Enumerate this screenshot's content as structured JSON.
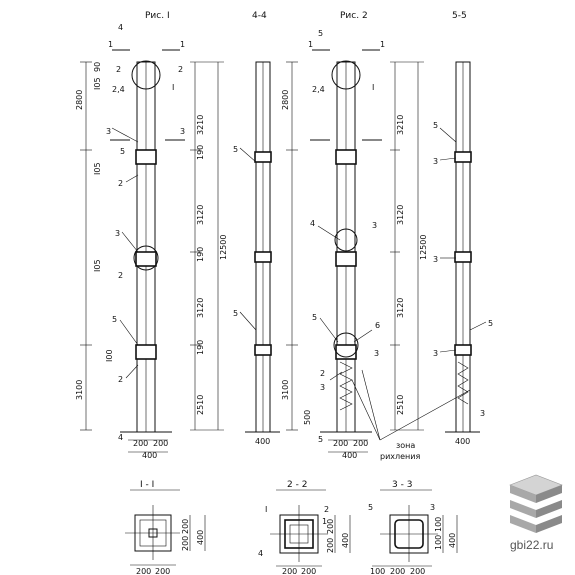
{
  "titles": {
    "fig1": "Рис. I",
    "sec44": "4-4",
    "fig2": "Рис. 2",
    "sec55": "5-5",
    "secI": "I - I",
    "sec22": "2 - 2",
    "sec33": "3 - 3"
  },
  "dims": {
    "d2800a": "2800",
    "d3210a": "3210",
    "d3120a": "3120",
    "d3120b": "3120",
    "d12500a": "12500",
    "d3100a": "3100",
    "d2510a": "2510",
    "d190a": "190",
    "d190b": "190",
    "d190c": "190",
    "d105a": "I05",
    "d105b": "I05",
    "d105c": "I05",
    "d100a": "I00",
    "d90a": "90",
    "d200a": "200",
    "d200b": "200",
    "d400a": "400",
    "d400b": "400",
    "d2800b": "2800",
    "d3210b": "3210",
    "d3120c": "3120",
    "d3120d": "3120",
    "d12500b": "12500",
    "d3100b": "3100",
    "d2510b": "2510",
    "d500": "500",
    "d400c": "400",
    "d400d": "400",
    "d200c": "200",
    "d200d": "200",
    "s1a": "200",
    "s1b": "200",
    "s1v1": "200",
    "s1v2": "200",
    "s1v3": "400",
    "s2a": "200",
    "s2b": "200",
    "s2v1": "200",
    "s2v2": "200",
    "s2v3": "400",
    "s3a": "100",
    "s3b": "200",
    "s3c": "200",
    "s3v1": "100",
    "s3v2": "100",
    "s3v3": "400"
  },
  "marks": {
    "m1": "1",
    "m2": "2",
    "m3": "3",
    "m4": "4",
    "m5": "5",
    "m6": "6",
    "m24a": "2,4",
    "m24b": "2,4",
    "mI": "I",
    "mIb": "I"
  },
  "notes": {
    "zone1": "зона",
    "zone2": "рихления"
  },
  "watermark": {
    "site": "gbi22.ru"
  },
  "colors": {
    "ink": "#111111",
    "logo_light": "#c8c8c8",
    "logo_dark": "#8a8a8a"
  }
}
